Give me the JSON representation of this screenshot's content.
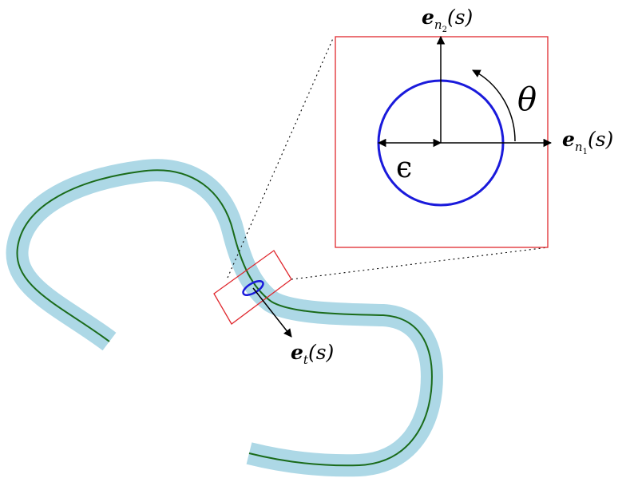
{
  "labels": {
    "en2": {
      "base": "e",
      "sub_letter": "n",
      "sub_index": "2",
      "arg": "(s)"
    },
    "en1": {
      "base": "e",
      "sub_letter": "n",
      "sub_index": "1",
      "arg": "(s)"
    },
    "et": {
      "base": "e",
      "sub_letter": "t",
      "arg": "(s)"
    },
    "theta": "θ",
    "epsilon": "ϵ"
  },
  "colors": {
    "tube": "#add8e6",
    "centerline": "#1a6b1a",
    "circle": "#1a1adb",
    "frame": "#e0282e",
    "arrow": "#000000",
    "leader": "#000000"
  }
}
